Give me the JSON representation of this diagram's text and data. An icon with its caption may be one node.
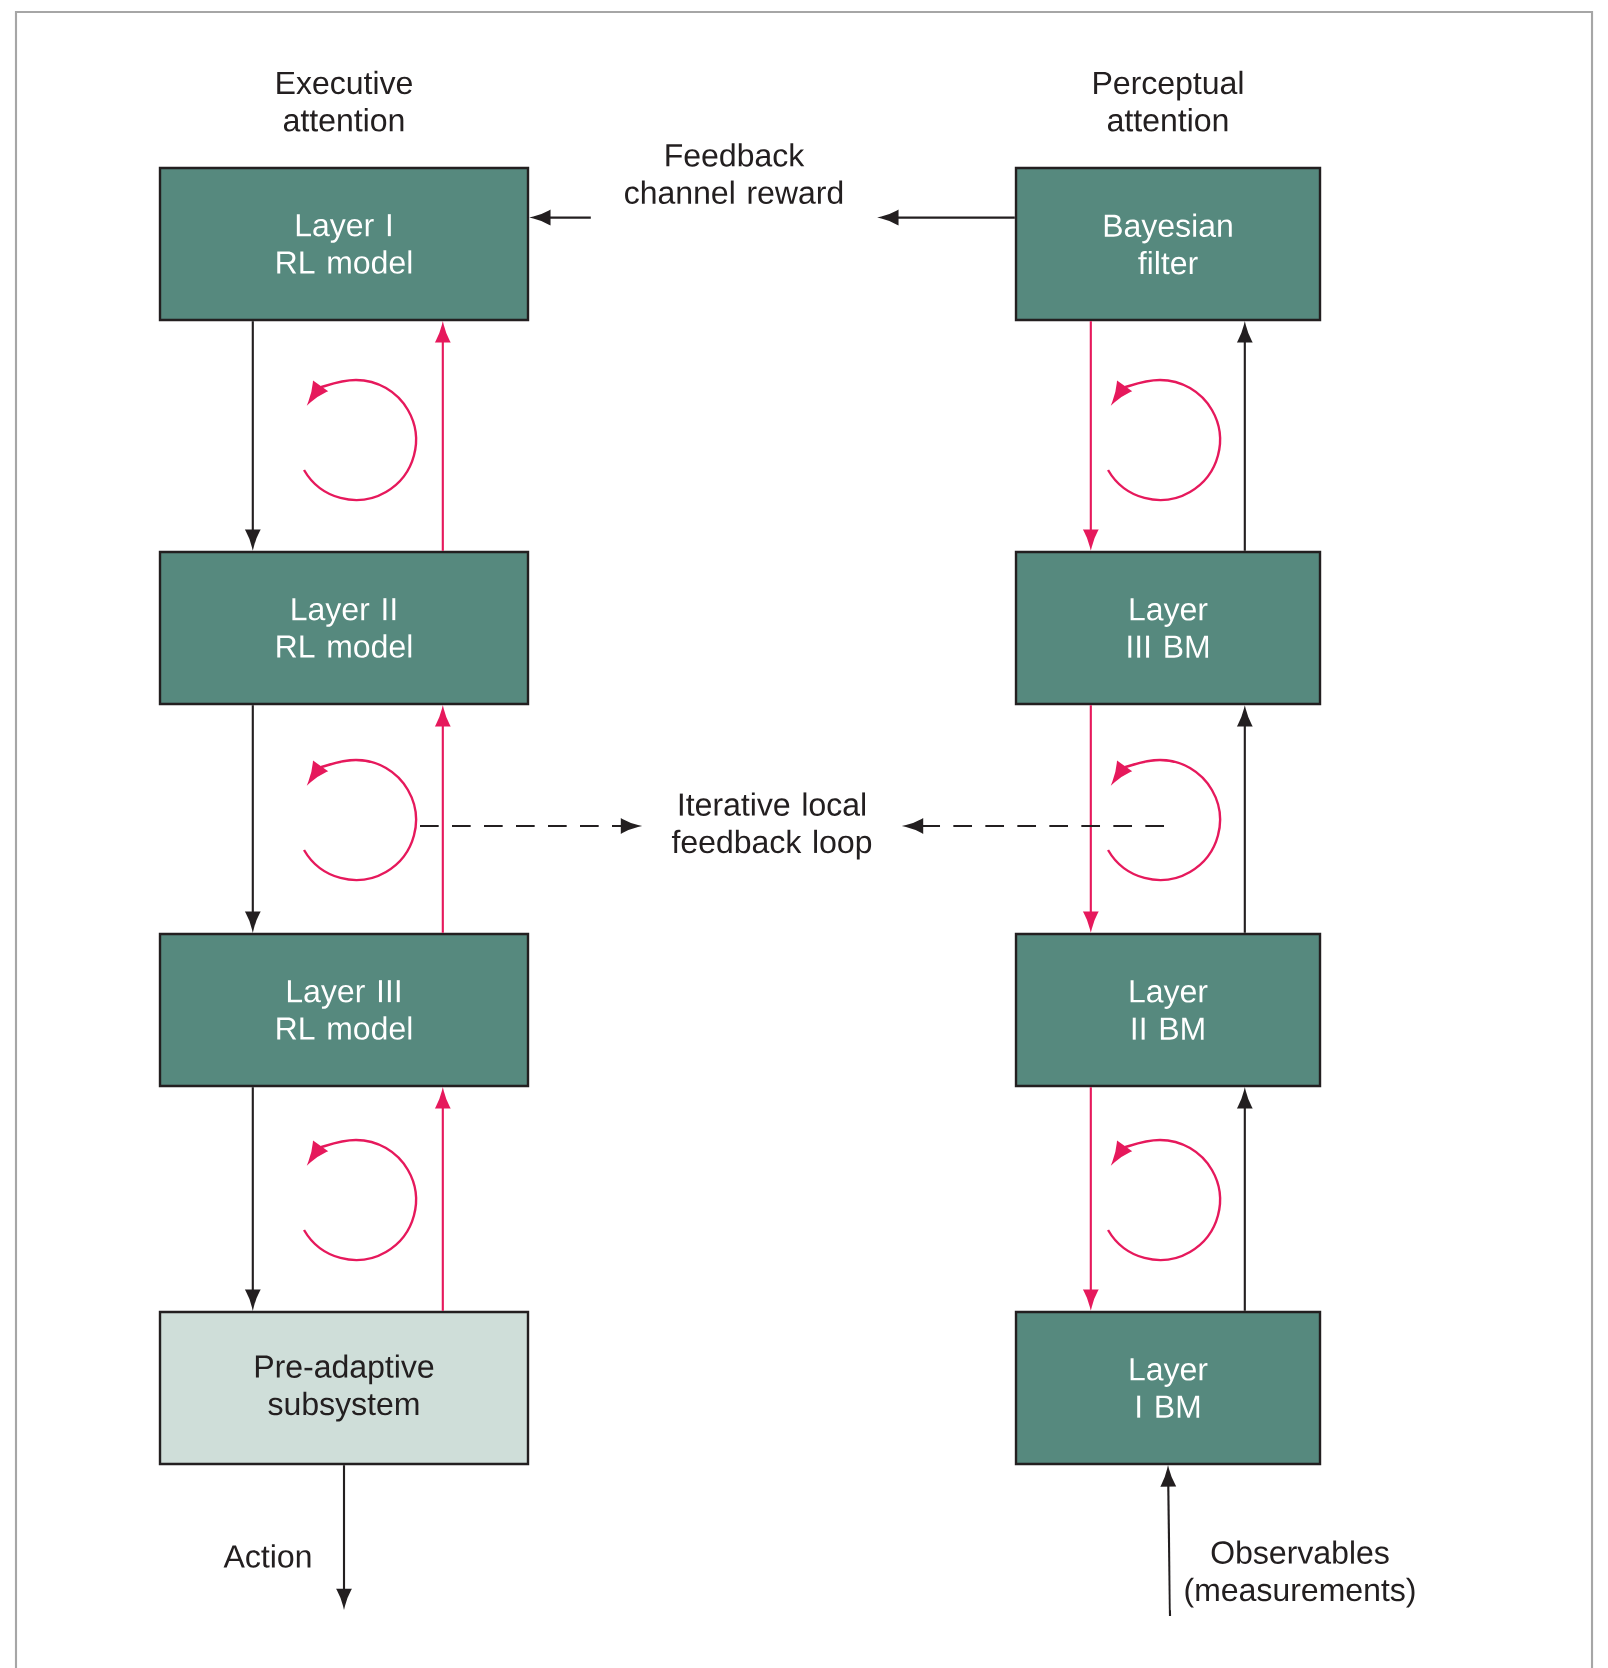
{
  "diagram": {
    "nodes": [
      {
        "text": [
          "Layer I RL model"
        ],
        "beside": [
          "Executive attention"
        ]
      },
      {
        "text": [
          "Layer II RL model"
        ]
      },
      {
        "text": [
          "Layer III RL model"
        ]
      },
      {
        "text": [
          "Pre-adaptive subsystem"
        ]
      },
      {
        "text": [
          "Bayesian filter"
        ],
        "beside": [
          "Perceptual attention"
        ]
      },
      {
        "text": [
          "Layer III BM"
        ]
      },
      {
        "text": [
          "Layer II BM"
        ]
      },
      {
        "text": [
          "Layer I BM"
        ]
      },
      {
        "text": [
          "Feedback channel reward"
        ]
      },
      {
        "text": [
          "Iterative local feedback loop"
        ]
      }
    ],
    "edges": [
      {
        "from": 0,
        "to": 1,
        "arrow": "to"
      },
      {
        "from": 1,
        "to": 0,
        "arrow": "to",
        "color": "#e6195c"
      },
      {
        "from": 1,
        "to": 2,
        "arrow": "to"
      },
      {
        "from": 2,
        "to": 1,
        "arrow": "to",
        "color": "#e6195c"
      },
      {
        "from": 2,
        "to": 3,
        "arrow": "to"
      },
      {
        "from": 3,
        "to": 2,
        "arrow": "to",
        "color": "#e6195c"
      },
      {
        "from": 4,
        "to": 5,
        "arrow": "to",
        "color": "#e6195c"
      },
      {
        "from": 5,
        "to": 4,
        "arrow": "to"
      },
      {
        "from": 5,
        "to": 6,
        "arrow": "to",
        "color": "#e6195c"
      },
      {
        "from": 6,
        "to": 5,
        "arrow": "to"
      },
      {
        "from": 6,
        "to": 7,
        "arrow": "to",
        "color": "#e6195c"
      },
      {
        "from": 7,
        "to": 6,
        "arrow": "to"
      },
      {
        "from": 4,
        "to": 8,
        "arrow": "to"
      },
      {
        "from": 8,
        "to": 0,
        "arrow": "to"
      },
      {
        "from": null,
        "to": 9,
        "arrow": "to",
        "style": "dashed"
      },
      {
        "from": null,
        "to": 9,
        "arrow": "to",
        "style": "dashed"
      },
      {
        "from": 3,
        "to": null,
        "arrow": "to",
        "label": "Action"
      },
      {
        "from": null,
        "to": 7,
        "arrow": "to",
        "label": "Observables (measurements)"
      }
    ]
  }
}
